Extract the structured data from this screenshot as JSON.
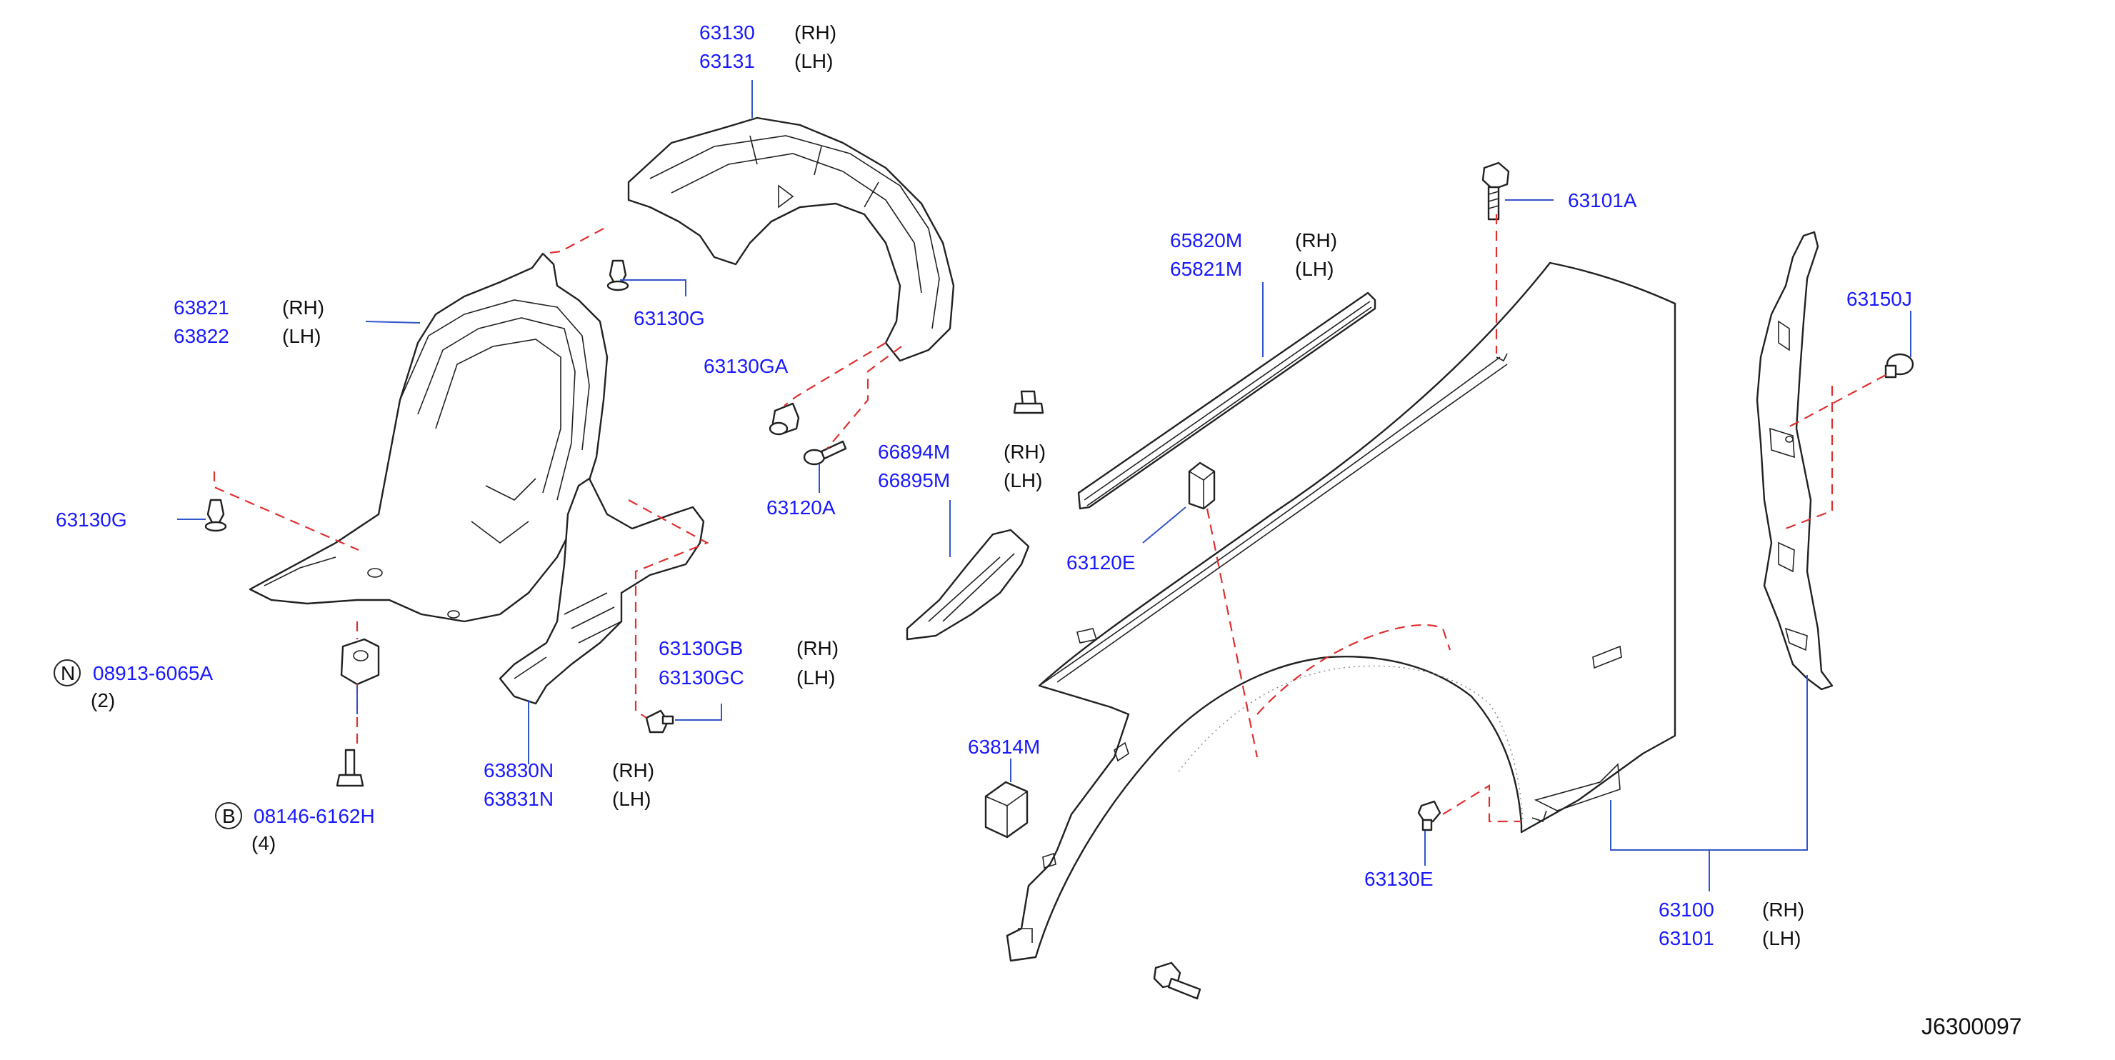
{
  "diagram_id": "J6300097",
  "labels": {
    "l63130": {
      "pn": "63130",
      "side": "(RH)"
    },
    "l63131": {
      "pn": "63131",
      "side": "(LH)"
    },
    "l63821": {
      "pn": "63821",
      "side": "(RH)"
    },
    "l63822": {
      "pn": "63822",
      "side": "(LH)"
    },
    "l63130G_a": {
      "pn": "63130G"
    },
    "l63130G_b": {
      "pn": "63130G"
    },
    "l63130GA": {
      "pn": "63130GA"
    },
    "l63120A": {
      "pn": "63120A"
    },
    "l66894M": {
      "pn": "66894M",
      "side": "(RH)"
    },
    "l66895M": {
      "pn": "66895M",
      "side": "(LH)"
    },
    "l63120E": {
      "pn": "63120E"
    },
    "l65820M": {
      "pn": "65820M",
      "side": "(RH)"
    },
    "l65821M": {
      "pn": "65821M",
      "side": "(LH)"
    },
    "l63101A": {
      "pn": "63101A"
    },
    "l63150J": {
      "pn": "63150J"
    },
    "l08913": {
      "prefix": "N",
      "pn": "08913-6065A",
      "qty": "(2)"
    },
    "l08146": {
      "prefix": "B",
      "pn": "08146-6162H",
      "qty": "(4)"
    },
    "l63130GB": {
      "pn": "63130GB",
      "side": "(RH)"
    },
    "l63130GC": {
      "pn": "63130GC",
      "side": "(LH)"
    },
    "l63830N": {
      "pn": "63830N",
      "side": "(RH)"
    },
    "l63831N": {
      "pn": "63831N",
      "side": "(LH)"
    },
    "l63814M": {
      "pn": "63814M"
    },
    "l63130E": {
      "pn": "63130E"
    },
    "l63100": {
      "pn": "63100",
      "side": "(RH)"
    },
    "l63101": {
      "pn": "63101",
      "side": "(LH)"
    }
  },
  "colors": {
    "part_number": "#1a1aff",
    "leader": "#3355cc",
    "hidden_line": "#e03030"
  }
}
